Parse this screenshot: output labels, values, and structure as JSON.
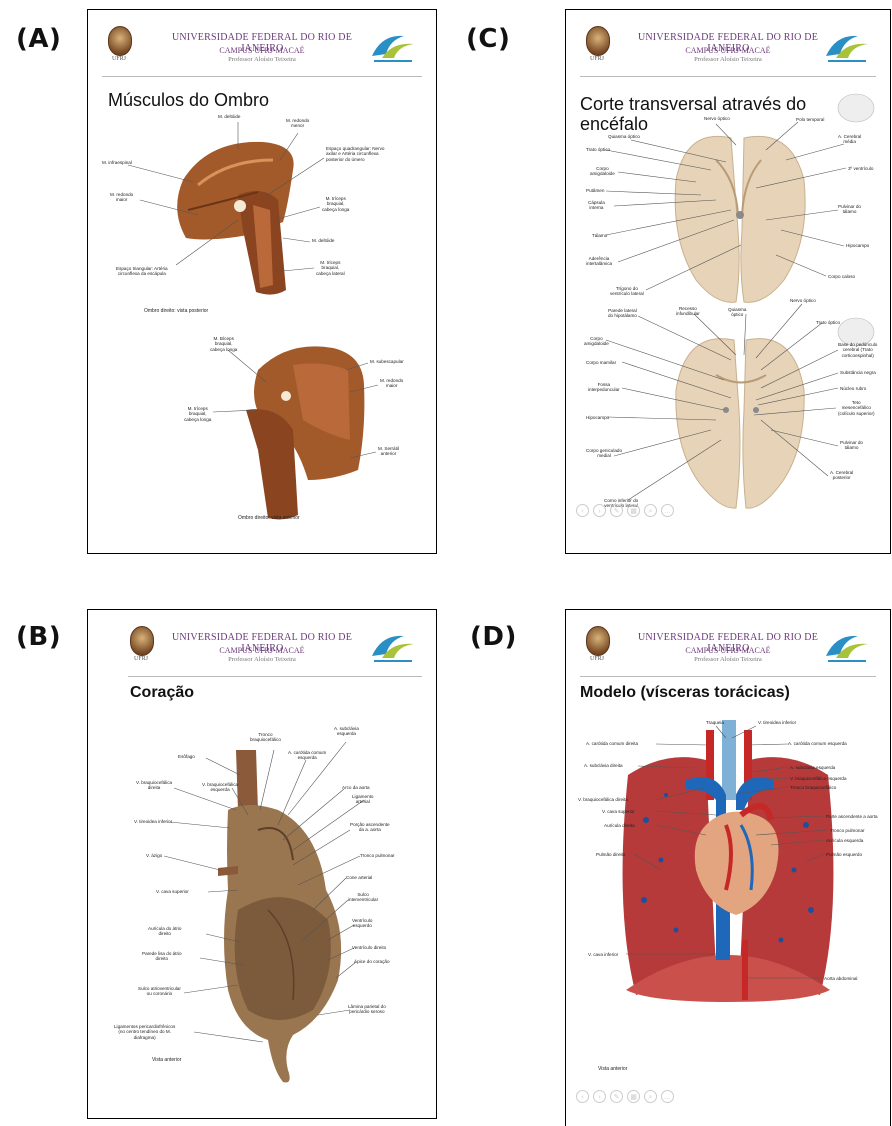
{
  "header": {
    "university": "UNIVERSIDADE FEDERAL DO RIO DE JANEIRO",
    "campus": "CAMPUS UFRJ-MACAÉ",
    "professor": "Professor Aloísio Teixeira",
    "seal_label": "UFRJ"
  },
  "panels": {
    "a": {
      "label": "(A)",
      "title": "Músculos do Ombro",
      "caption_top": "Ombro direito: vista posterior",
      "caption_bottom": "Ombro direito: vista anterior",
      "annotations": [
        "M. deltóide",
        "M. redondo\nmenor",
        "M. infraespinal",
        "Espaço quadrangular: Nervo\naxilar e Artéria circunflexa\nposterior do úmero",
        "M. redondo\nmaior",
        "M. tríceps\nbraquial,\ncabeça longa",
        "M. deltóide",
        "Espaço triangular: Artéria\ncircunflexa da escápula",
        "M. tríceps\nbraquial,\ncabeça lateral",
        "M. Bíceps\nbraquial,\ncabeça longa",
        "M. subescapular",
        "M. tríceps\nbraquial,\ncabeça longa",
        "M. redondo\nmaior",
        "M. Serrátil\nanterior"
      ]
    },
    "b": {
      "label": "(B)",
      "title": "Coração",
      "caption": "Vista anterior",
      "annotations": [
        "Tronco\nbraquiocefálico",
        "A. subclávia\nesquerda",
        "Esôfago",
        "A. carótida comum\nesquerda",
        "V. braquiocefálica\ndireita",
        "V. braquiocefálica\nesquerda",
        "Arco da aorta",
        "Ligamento\narterial",
        "V. tireoidea inferior",
        "Porção ascendente\nda a. aorta",
        "V. ázigo",
        "Tronco pulmonar",
        "Cone arterial",
        "V. cava superior",
        "Sulco\ninterventricular",
        "Ventrículo\nesquerdo",
        "Aurícula do átrio\ndireito",
        "Ventrículo direito",
        "Parede lisa do átrio\ndireito",
        "Ápice do coração",
        "Sulco atrioventricular\nou coronário",
        "Lâmina parietal do\npericárdio seroso",
        "Ligamentos pericardiofrênicos\n(no centro tendíneo do M.\ndiafragma)"
      ]
    },
    "c": {
      "label": "(C)",
      "title": "Corte transversal através do encéfalo",
      "annotations": [
        "Nervo óptico",
        "Polo temporal",
        "Quiasma óptico",
        "Trato óptico",
        "A. Cerebral\nmédia",
        "Corpo\namigdaloide",
        "3º ventrículo",
        "Putâmen",
        "Cápsula\ninterna",
        "Pulvinar do\ntálamo",
        "Tálamo",
        "Hipocampo",
        "Aderência\nintertalâmica",
        "Corpo caloso",
        "Trígono do\nventrículo lateral",
        "Parede lateral\ndo hipotálamo",
        "Recesso\ninfundibular",
        "Quiasma\nóptico",
        "Nervo óptico",
        "Trato óptico",
        "Corpo\namigdaloide",
        "Base do pedúnculo\ncerebral (Trato\ncorticoespinhal)",
        "Corpo mamilar",
        "Substância negra",
        "Fossa\ninterpeduncular",
        "Núcleo rubro",
        "Teto\nmesencefálico\n(colículo superior)",
        "Hipocampo",
        "Corpo geniculado\nmedial",
        "Pulvinar do\ntálamo",
        "A. Cerebral\nposterior",
        "Corno inferior do\nventrículo lateral"
      ]
    },
    "d": {
      "label": "(D)",
      "title": "Modelo (vísceras torácicas)",
      "caption": "Vista anterior",
      "annotations": [
        "Traqueia",
        "V. tireoidea inferior",
        "A. carótida comum direita",
        "A. carótida comum esquerda",
        "A. subclávia direita",
        "A. subclávia esquerda",
        "V. braquiocefálica esquerda",
        "Tronco braquiocefálico",
        "V. braquiocefálica direita",
        "V. cava superior",
        "Parte ascendente a aorta",
        "Aurícula direita",
        "Tronco pulmonar",
        "Aurícula esquerda",
        "Pulmão direito",
        "Pulmão esquerdo",
        "V. cava inferior",
        "Aorta abdominal"
      ]
    }
  },
  "colors": {
    "seal": "#7a4c27",
    "header_text": "#6b3a7a",
    "muscle": "#9b4f24",
    "brain": "#e6d3b8",
    "heart_specimen": "#9a7650",
    "lung_model": "#b73a3a",
    "vessel_blue": "#1f67b8",
    "vessel_red": "#c62828"
  }
}
